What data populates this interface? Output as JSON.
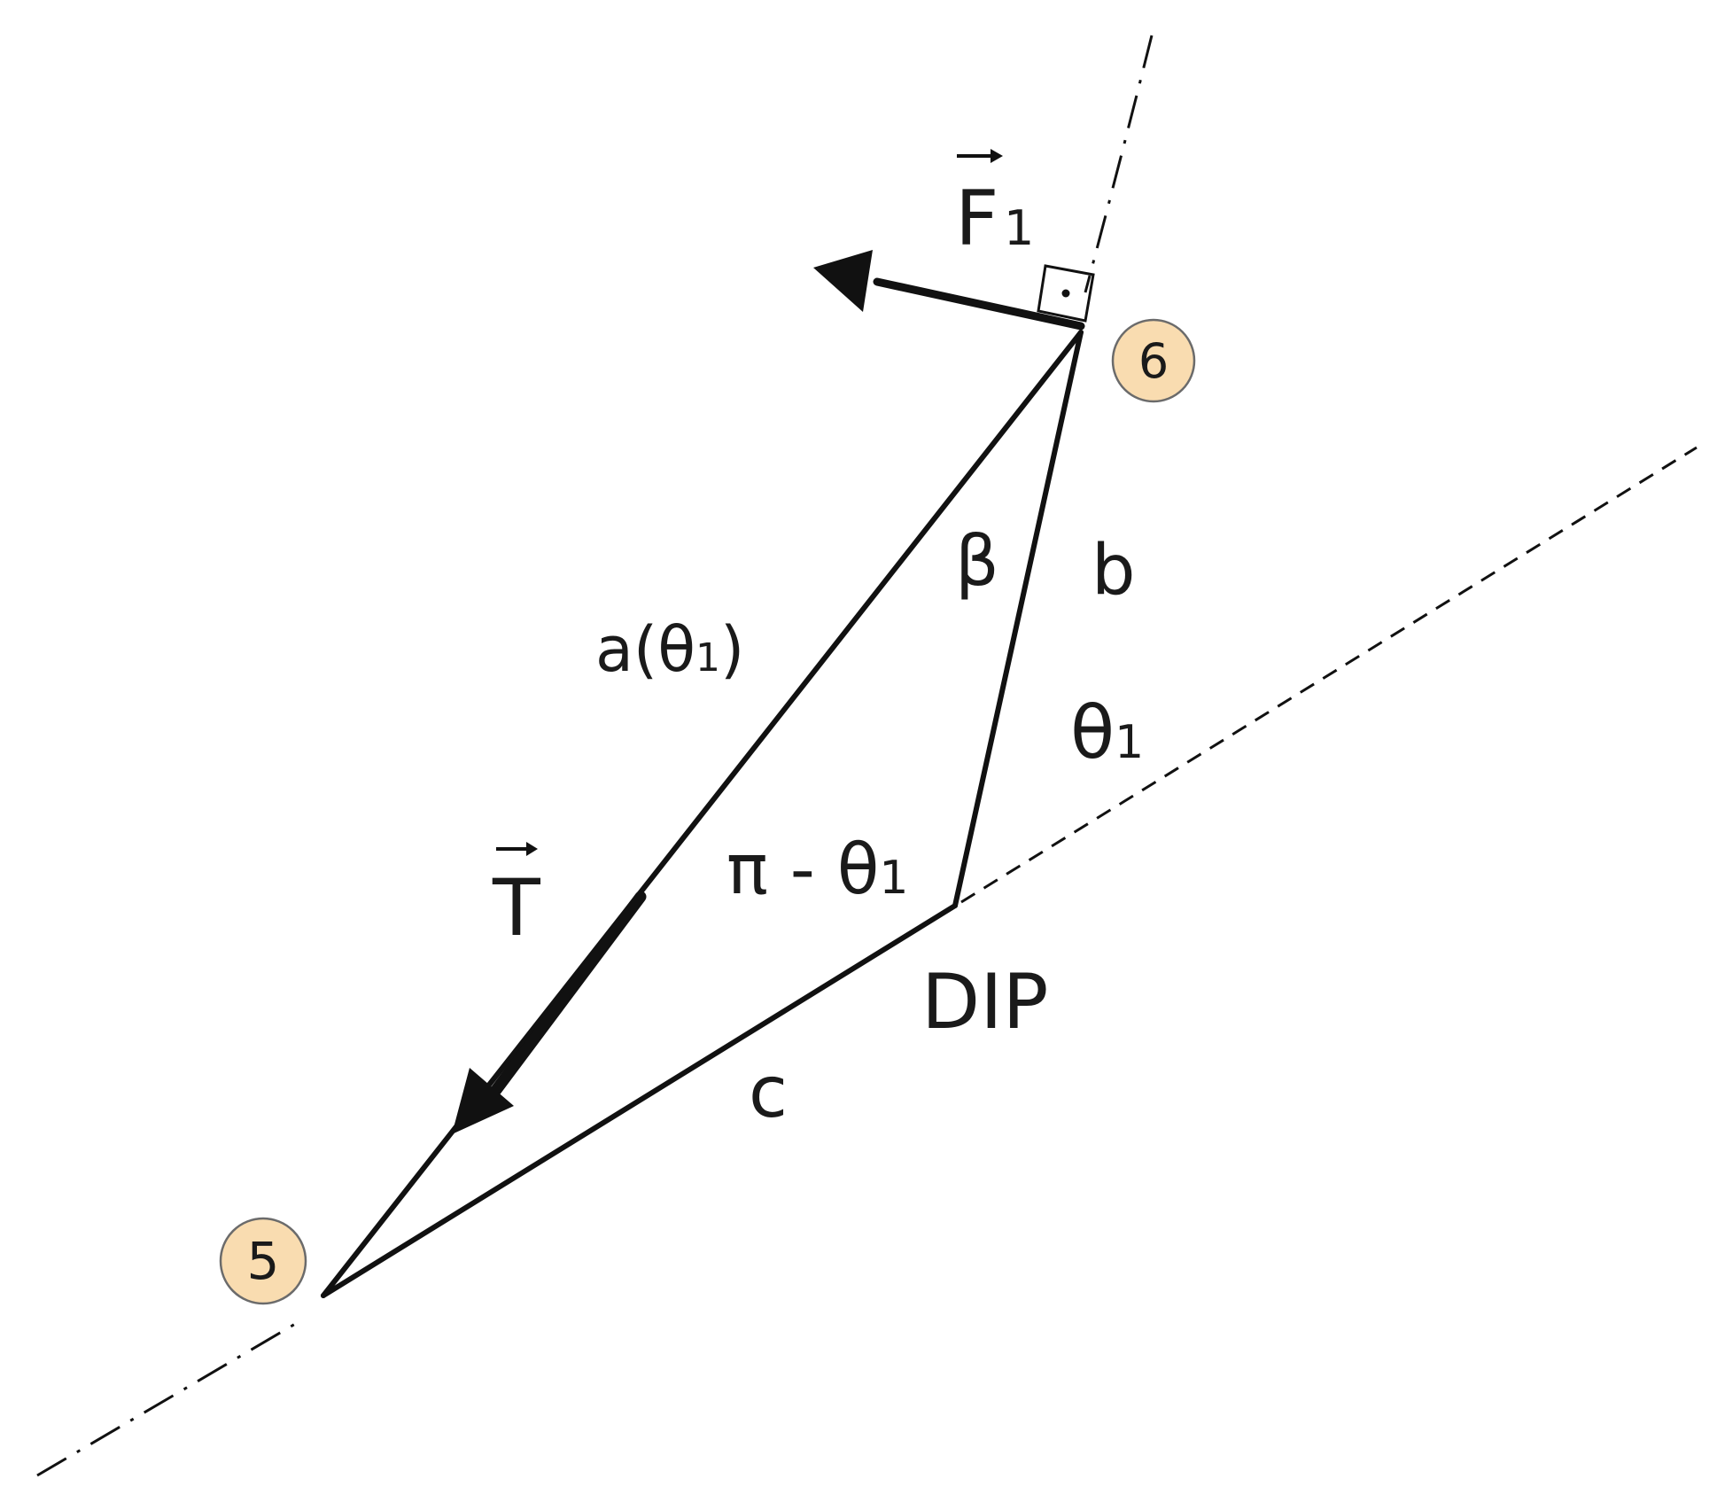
{
  "labels": {
    "force": "F",
    "force_sub": "1",
    "side_a": "a(θ",
    "side_a_sub": "1",
    "side_a_close": ")",
    "side_b": "b",
    "side_c": "c",
    "angle_beta": "β",
    "angle_theta": "θ",
    "angle_theta_sub": "1",
    "angle_pi": "π - θ",
    "angle_pi_sub": "1",
    "tension": "T",
    "joint": "DIP"
  },
  "nodes": {
    "top": "6",
    "bottom": "5"
  },
  "colors": {
    "line": "#111111",
    "node_fill": "#f9dcb0",
    "node_stroke": "#6b6b6b"
  }
}
